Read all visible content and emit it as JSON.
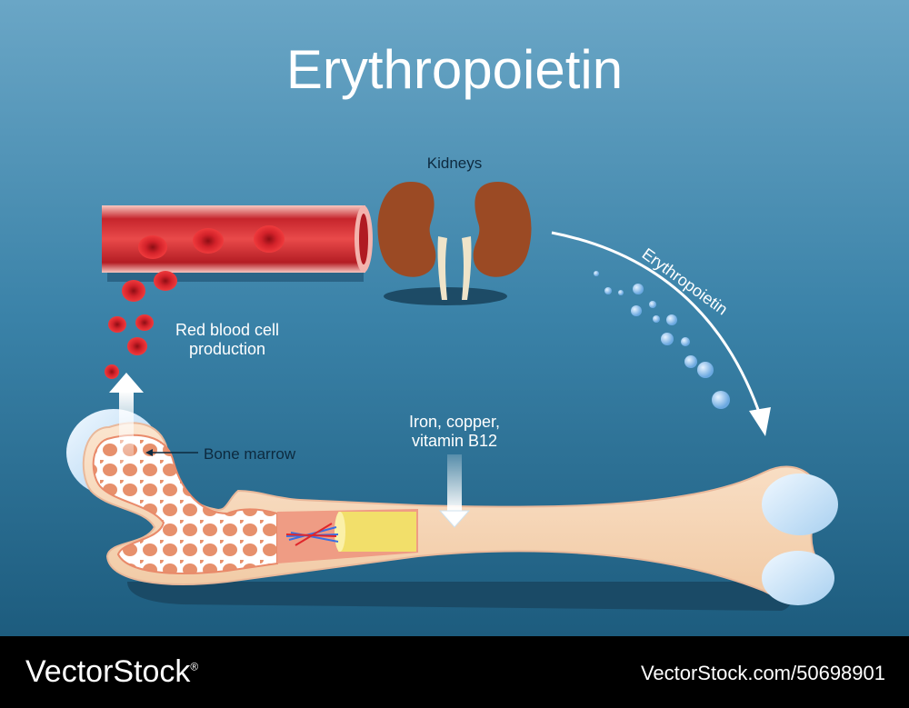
{
  "title": "Erythropoietin",
  "labels": {
    "kidneys": "Kidneys",
    "red_blood_cell_line1": "Red blood cell",
    "red_blood_cell_line2": "production",
    "bone_marrow": "Bone marrow",
    "iron_line1": "Iron, copper,",
    "iron_line2": "vitamin B12",
    "erythropoietin_arrow": "Erythropoietin"
  },
  "footer": {
    "logo": "VectorStock",
    "logo_mark": "®",
    "image_id": "VectorStock.com/50698901"
  },
  "colors": {
    "background_top": "#6aa6c6",
    "background_bottom": "#1d5c7e",
    "blood": "#d9232b",
    "bone": "#f8dcc0",
    "kidney": "#9b4a24"
  }
}
